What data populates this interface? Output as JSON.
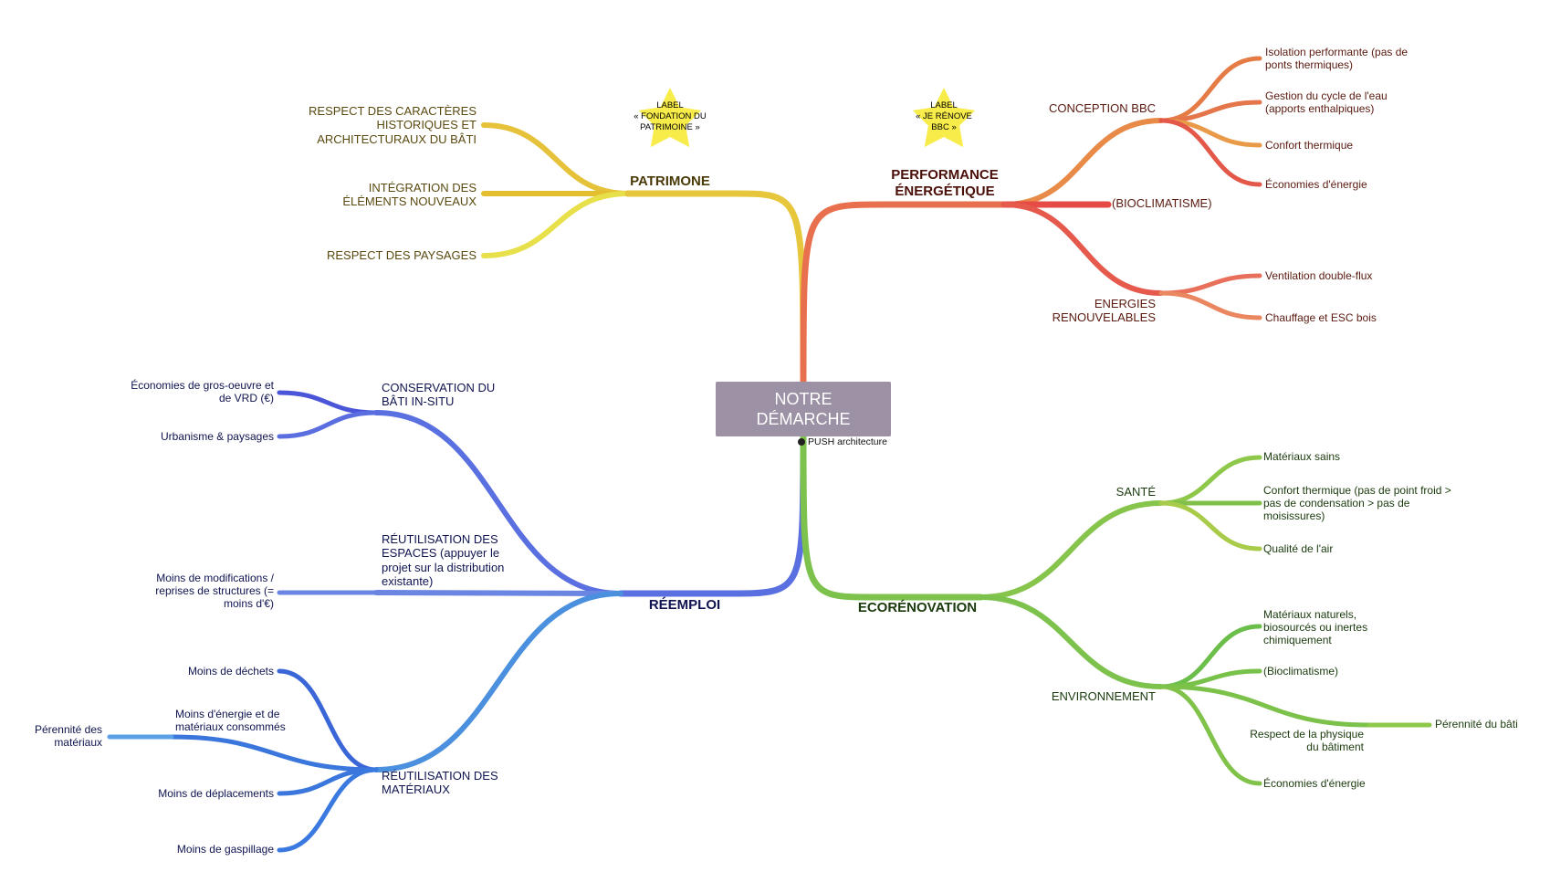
{
  "center": {
    "line1": "NOTRE",
    "line2": "DÉMARCHE",
    "credit": "PUSH architecture"
  },
  "colors": {
    "patrimone": "#e6c63a",
    "performance": "#e9704e",
    "reemploi": "#5a6fe0",
    "ecorenovation": "#7cc24c",
    "star": "#f7ec4a"
  },
  "labels": [
    {
      "text": "LABEL\n« FONDATION DU\nPATRIMOINE »"
    },
    {
      "text": "LABEL\n« JE RÉNOVE\nBBC »"
    }
  ],
  "branches": {
    "patrimone": {
      "title": "PATRIMONE",
      "children": [
        "RESPECT DES CARACTÈRES\nHISTORIQUES ET\nARCHITECTURAUX DU BÂTI",
        "INTÉGRATION DES\nÉLÉMENTS NOUVEAUX",
        "RESPECT DES PAYSAGES"
      ]
    },
    "performance": {
      "title": "PERFORMANCE\nÉNERGÉTIQUE",
      "conception": {
        "title": "CONCEPTION BBC",
        "items": [
          "Isolation performante (pas de\nponts thermiques)",
          "Gestion du cycle de l'eau\n(apports enthalpiques)",
          "Confort thermique",
          "Économies d'énergie"
        ]
      },
      "bioclimatisme": "(BIOCLIMATISME)",
      "energies": {
        "title": "ENERGIES\nRENOUVELABLES",
        "items": [
          "Ventilation double-flux",
          "Chauffage et ESC bois"
        ]
      }
    },
    "reemploi": {
      "title": "RÉEMPLOI",
      "conservation": {
        "title": "CONSERVATION DU\nBÂTI IN-SITU",
        "items": [
          "Économies de gros-oeuvre et\nde VRD (€)",
          "Urbanisme & paysages"
        ]
      },
      "espaces": {
        "title": "RÉUTILISATION DES\nESPACES (appuyer le\nprojet sur la distribution\nexistante)",
        "items": [
          "Moins de modifications /\nreprises de structures (=\nmoins d'€)"
        ]
      },
      "materiaux": {
        "title": "RÉUTILISATION DES\nMATÉRIAUX",
        "items": [
          "Moins de déchets",
          "Moins d'énergie et de\nmatériaux consommés",
          "Moins de déplacements",
          "Moins de gaspillage"
        ],
        "sub": "Pérennité des\nmatériaux"
      }
    },
    "ecorenovation": {
      "title": "ECORÉNOVATION",
      "sante": {
        "title": "SANTÉ",
        "items": [
          "Matériaux sains",
          "Confort thermique (pas de point froid >\npas de condensation > pas de\nmoisissures)",
          "Qualité de l'air"
        ]
      },
      "environnement": {
        "title": "ENVIRONNEMENT",
        "items": [
          "Matériaux naturels,\nbiosourcés ou inertes\nchimiquement",
          "(Bioclimatisme)",
          "Respect de la physique\ndu bâtiment",
          "Économies d'énergie"
        ],
        "sub": "Pérennité du bâti"
      }
    }
  }
}
